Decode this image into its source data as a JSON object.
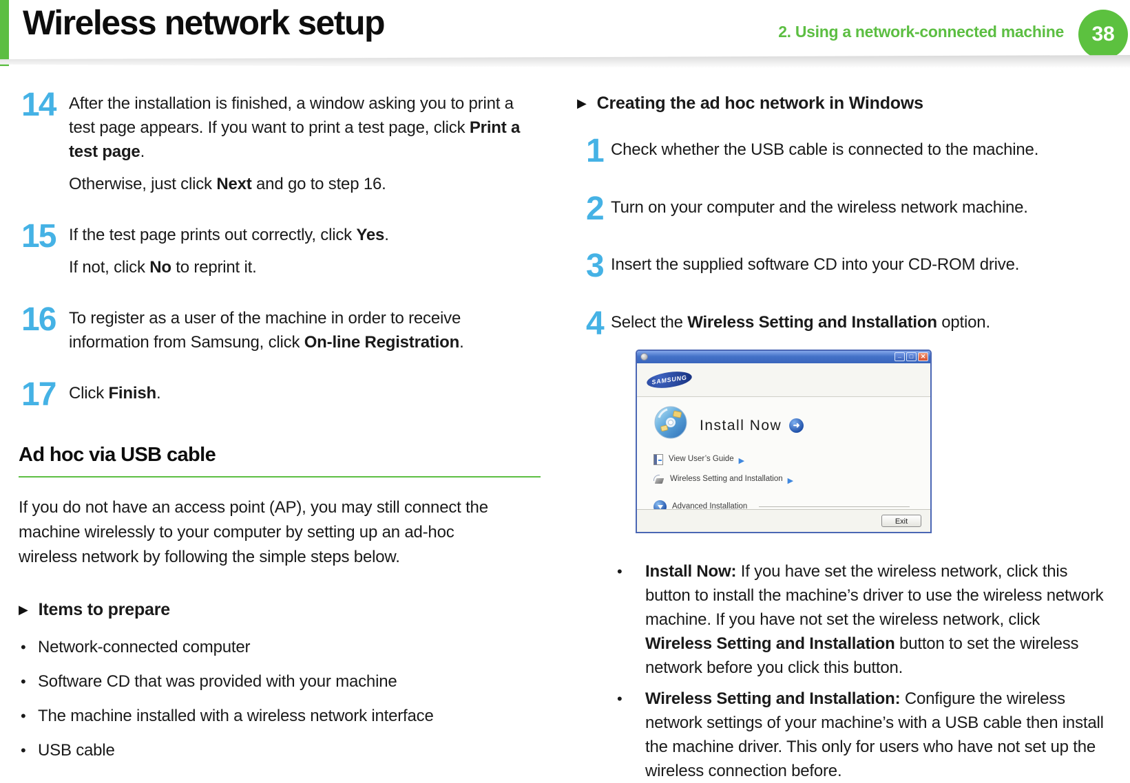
{
  "colors": {
    "green": "#5cbe42",
    "green_bright": "#5cc13f",
    "step_blue": "#45b2e5",
    "samsung_blue": "#1c3d94"
  },
  "header": {
    "title": "Wireless network setup",
    "chapter": "2.  Using a network-connected machine",
    "page_number": "38"
  },
  "left": {
    "steps": [
      {
        "num": "14",
        "paras": [
          [
            {
              "t": "After the installation is finished, a window asking you to print a test page appears. If you want to print a test page, click "
            },
            {
              "t": "Print a test page",
              "b": true
            },
            {
              "t": "."
            }
          ],
          [
            {
              "t": "Otherwise, just click "
            },
            {
              "t": "Next",
              "b": true
            },
            {
              "t": " and go to step 16."
            }
          ]
        ]
      },
      {
        "num": "15",
        "paras": [
          [
            {
              "t": "If the test page prints out correctly, click "
            },
            {
              "t": "Yes",
              "b": true
            },
            {
              "t": "."
            }
          ],
          [
            {
              "t": "If not, click "
            },
            {
              "t": "No",
              "b": true
            },
            {
              "t": " to reprint it."
            }
          ]
        ]
      },
      {
        "num": "16",
        "paras": [
          [
            {
              "t": "To register as a user of the machine in order to receive information from Samsung, click "
            },
            {
              "t": "On-line Registration",
              "b": true
            },
            {
              "t": "."
            }
          ]
        ]
      },
      {
        "num": "17",
        "paras": [
          [
            {
              "t": "Click "
            },
            {
              "t": "Finish",
              "b": true
            },
            {
              "t": "."
            }
          ]
        ]
      }
    ],
    "section_heading": "Ad hoc via USB cable",
    "intro": "If you do not have an access point (AP), you may still connect the machine wirelessly to your computer by setting up an ad-hoc wireless network by following the simple steps below.",
    "items_heading": "Items to prepare",
    "items": [
      "Network-connected computer",
      "Software CD that was provided with your machine",
      "The machine installed with a wireless network interface",
      "USB cable"
    ]
  },
  "right": {
    "heading": "Creating the ad hoc network in Windows",
    "steps": [
      {
        "num": "1",
        "paras": [
          [
            {
              "t": "Check whether the USB cable is connected to the machine."
            }
          ]
        ]
      },
      {
        "num": "2",
        "paras": [
          [
            {
              "t": "Turn on your computer and the wireless network machine."
            }
          ]
        ]
      },
      {
        "num": "3",
        "paras": [
          [
            {
              "t": "Insert the supplied software CD into your CD-ROM drive."
            }
          ]
        ]
      },
      {
        "num": "4",
        "paras": [
          [
            {
              "t": "Select the "
            },
            {
              "t": "Wireless Setting and Installation",
              "b": true
            },
            {
              "t": " option."
            }
          ]
        ]
      }
    ],
    "installer": {
      "brand": "SAMSUNG",
      "main_action": "Install Now",
      "menu": [
        "View User’s Guide",
        "Wireless Setting and Installation",
        "Advanced Installation"
      ],
      "exit_label": "Exit"
    },
    "bullets": [
      [
        {
          "t": "Install Now:",
          "b": true
        },
        {
          "t": " If you have set the wireless network, click this button to install the machine’s driver to use the wireless network machine. If you have not set the wireless network, click "
        },
        {
          "t": "Wireless Setting and Installation",
          "b": true
        },
        {
          "t": " button to set the wireless network before you click this button."
        }
      ],
      [
        {
          "t": "Wireless Setting and Installation:",
          "b": true
        },
        {
          "t": " Configure the wireless network settings of your machine’s with a USB cable then install the machine driver. This only for users who have not set up the wireless connection before."
        }
      ]
    ]
  }
}
